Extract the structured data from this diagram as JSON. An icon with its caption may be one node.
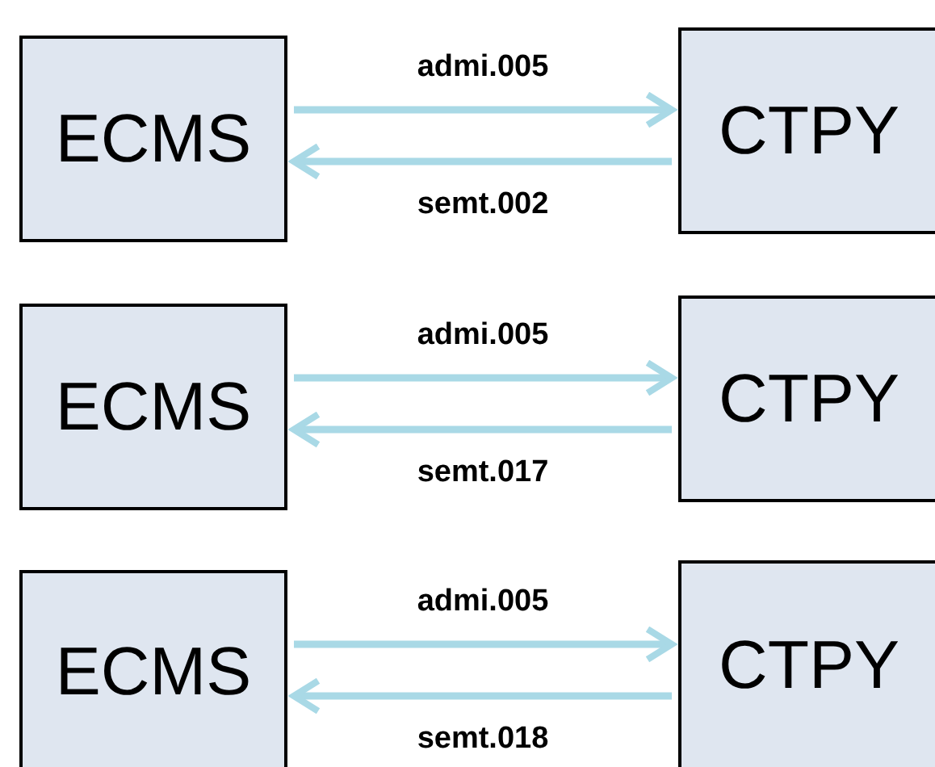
{
  "diagram": {
    "nodes": [
      {
        "text": [
          "ECMS"
        ]
      },
      {
        "text": [
          "CTPY"
        ]
      },
      {
        "text": [
          "ECMS"
        ]
      },
      {
        "text": [
          "CTPY"
        ]
      },
      {
        "text": [
          "ECMS"
        ]
      },
      {
        "text": [
          "CTPY"
        ]
      }
    ],
    "edges": [
      {
        "from": 0,
        "to": 1,
        "arrow": "to",
        "label": "admi.005"
      },
      {
        "from": 1,
        "to": 0,
        "arrow": "to",
        "label": "semt.002"
      },
      {
        "from": 2,
        "to": 3,
        "arrow": "to",
        "label": "admi.005"
      },
      {
        "from": 3,
        "to": 2,
        "arrow": "to",
        "label": "semt.017"
      },
      {
        "from": 4,
        "to": 5,
        "arrow": "to",
        "label": "admi.005"
      },
      {
        "from": 5,
        "to": 4,
        "arrow": "to",
        "label": "semt.018"
      }
    ]
  }
}
